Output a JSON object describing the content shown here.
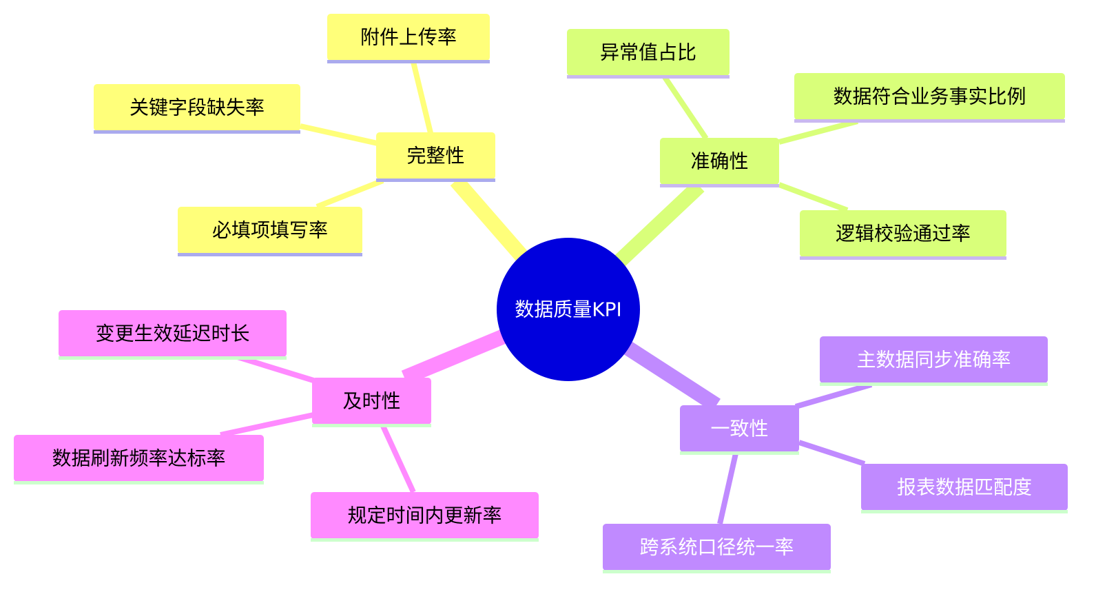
{
  "root": {
    "label": "数据质量KPI",
    "fill": "#0000dd",
    "text_color": "#ffffff"
  },
  "branches": [
    {
      "key": "completeness",
      "label": "完整性",
      "fill": "#ffff7a",
      "edge_color": "#ffff7a",
      "underline": "#aaaaee",
      "text_color": "#000000",
      "children": [
        {
          "label": "附件上传率"
        },
        {
          "label": "关键字段缺失率"
        },
        {
          "label": "必填项填写率"
        }
      ]
    },
    {
      "key": "accuracy",
      "label": "准确性",
      "fill": "#d9ff7a",
      "edge_color": "#d9ff7a",
      "underline": "#c9b8f0",
      "text_color": "#000000",
      "children": [
        {
          "label": "异常值占比"
        },
        {
          "label": "数据符合业务事实比例"
        },
        {
          "label": "逻辑校验通过率"
        }
      ]
    },
    {
      "key": "timeliness",
      "label": "及时性",
      "fill": "#ff8aff",
      "edge_color": "#ff8aff",
      "underline": "#ccffcc",
      "text_color": "#000000",
      "children": [
        {
          "label": "变更生效延迟时长"
        },
        {
          "label": "数据刷新频率达标率"
        },
        {
          "label": "规定时间内更新率"
        }
      ]
    },
    {
      "key": "consistency",
      "label": "一致性",
      "fill": "#c08aff",
      "edge_color": "#c08aff",
      "underline": "#ccffcc",
      "text_color": "#ffffff",
      "children": [
        {
          "label": "主数据同步准确率"
        },
        {
          "label": "报表数据匹配度"
        },
        {
          "label": "跨系统口径统一率"
        }
      ]
    }
  ]
}
